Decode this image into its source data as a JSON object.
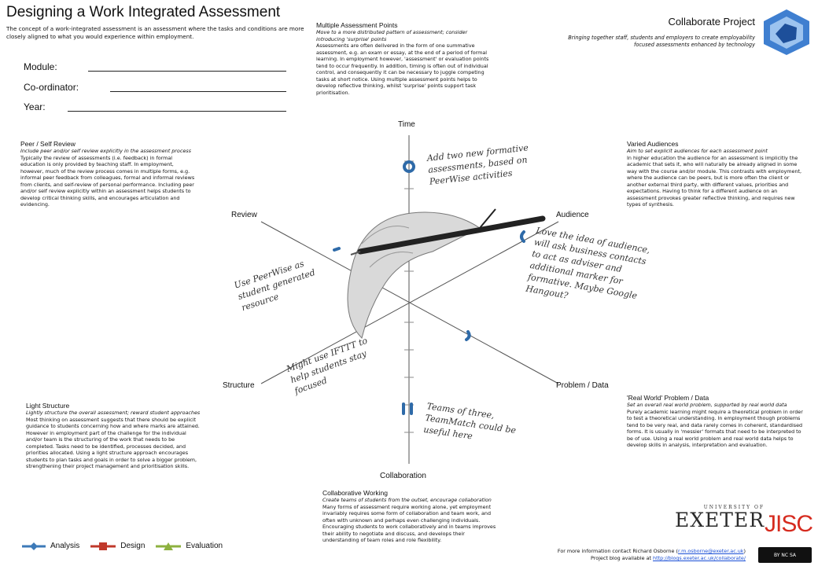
{
  "header": {
    "title": "Designing a Work Integrated Assessment",
    "intro": "The concept of a work-integrated assessment is an assessment where the tasks and conditions are more closely aligned to what you would experience within employment."
  },
  "fields": {
    "module": "Module:",
    "coordinator": "Co-ordinator:",
    "year": "Year:"
  },
  "project": {
    "title": "Collaborate Project",
    "subtitle": "Bringing together staff, students and employers to create employability focused assessments enhanced by technology"
  },
  "axes": {
    "time": "Time",
    "audience": "Audience",
    "problem": "Problem / Data",
    "collaboration": "Collaboration",
    "structure": "Structure",
    "review": "Review"
  },
  "sections": {
    "multiple": {
      "title": "Multiple Assessment Points",
      "sub": "Move to a more distributed pattern of assessment; consider introducing 'surprise' points",
      "body": "Assessments are often delivered in the form of one summative assessment, e.g. an exam or essay, at the end of a period of formal learning. In employment however, 'assessment' or evaluation points tend to occur frequently. In addition, timing is often out of individual control, and consequently it can be necessary to juggle competing tasks at short notice. Using multiple assessment points helps to develop reflective thinking, whilst 'surprise' points support task prioritisation."
    },
    "peer": {
      "title": "Peer / Self Review",
      "sub": "Include peer and/or self review explicitly in the assessment process",
      "body": "Typically the review of assessments (i.e. feedback) in formal education is only provided by teaching staff. In employment, however, much of the review process comes in multiple forms, e.g. informal peer feedback from colleagues, formal and informal reviews from clients, and self-review of personal performance. Including peer and/or self review explicitly within an assessment helps students to develop critical thinking skills, and encourages articulation and evidencing."
    },
    "varied": {
      "title": "Varied Audiences",
      "sub": "Aim to set explicit audiences for each assessment point",
      "body": "In higher education the audience for an assessment is implicitly the academic that sets it, who will naturally be already aligned in some way with the course and/or module. This contrasts with employment, where the audience can be peers, but is more often the client or another external third party, with different values, priorities and expectations. Having to think for a different audience on an assessment provokes greater reflective thinking, and requires new types of synthesis."
    },
    "light": {
      "title": "Light Structure",
      "sub": "Lightly structure the overall assessment; reward student approaches",
      "body": "Most thinking on assessment suggests that there should be explicit guidance to students concerning how and where marks are attained. However in employment part of the challenge for the individual and/or team is the structuring of the work that needs to be completed. Tasks need to be identified, processes decided, and priorities allocated. Using a light structure approach encourages students to plan tasks and goals in order to solve a bigger problem, strengthening their project management and prioritisation skills."
    },
    "realworld": {
      "title": "'Real World' Problem / Data",
      "sub": "Set an overall real world problem, supported by real world data",
      "body": "Purely academic learning might require a theoretical problem in order to test a theoretical understanding. In employment though problems tend to be very real, and data rarely comes in coherent, standardised forms. It is usually in 'messier' formats that need to be interpreted to be of use. Using a real world problem and real world data helps to develop skills in analysis, interpretation and evaluation."
    },
    "collab": {
      "title": "Collaborative Working",
      "sub": "Create teams of students from the outset, encourage collaboration",
      "body": "Many forms of assessment require working alone, yet employment invariably requires some form of collaboration and team work, and often with unknown and perhaps even challenging individuals. Encouraging students to work collaboratively and in teams improves their ability to negotiate and discuss, and develops their understanding of team roles and role flexibility."
    }
  },
  "notes": {
    "time": "Add two new formative assessments, based on PeerWise activities",
    "audience": "Love the idea of audience, will ask business contacts to act as adviser and additional marker for formative. Maybe Google Hangout?",
    "review": "Use PeerWise as student generated resource",
    "structure": "Might use IFTTT to help students stay focused",
    "collab": "Teams of three, TeamMatch could be useful here"
  },
  "legend": {
    "analysis": "Analysis",
    "design": "Design",
    "evaluation": "Evaluation"
  },
  "footer": {
    "contact": "For more information contact Richard Osborne",
    "email": "r.m.osborne@exeter.ac.uk",
    "blog": "Project blog available at",
    "blog_url": "http://blogs.exeter.ac.uk/collaborate/"
  },
  "logos": {
    "university_line": "UNIVERSITY OF",
    "exeter": "EXETER",
    "jisc": "JISC",
    "cc": "BY NC SA"
  },
  "colors": {
    "analysis": "#3d7ab8",
    "design": "#c0392b",
    "evaluation": "#8db13f",
    "hexagon": "#3f7fd0",
    "jisc": "#d62b1f"
  }
}
